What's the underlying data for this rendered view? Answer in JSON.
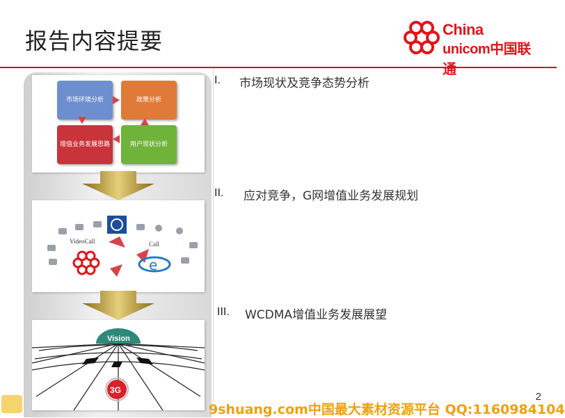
{
  "slide": {
    "title": "报告内容提要",
    "page_number": "2"
  },
  "logo": {
    "line1": "China",
    "line2": "unicom中国联通",
    "brand_color": "#e1141b"
  },
  "agenda": [
    {
      "num": "I.",
      "text": "市场现状及竞争态势分析"
    },
    {
      "num": "II.",
      "text": "应对竞争，G网增值业务发展规划"
    },
    {
      "num": "III.",
      "text": "WCDMA增值业务发展展望"
    }
  ],
  "diagram": {
    "quads": [
      "市场环境分析",
      "政策分析",
      "增值业务发展思路",
      "用户现状分析"
    ],
    "vision_label": "Vision",
    "badge_3g": "3G",
    "service_labels": [
      "VideoCall",
      "Call"
    ]
  },
  "watermark": {
    "text": "9shuang.com中国最大素材资源平台 QQ:1160984104"
  },
  "colors": {
    "accent_red": "#c9141c",
    "quad_blue": "#6d8fcf",
    "quad_orange": "#e07a39",
    "quad_red": "#c9333a",
    "quad_green": "#6fb33b",
    "arrow_gold": "#b8972c"
  }
}
